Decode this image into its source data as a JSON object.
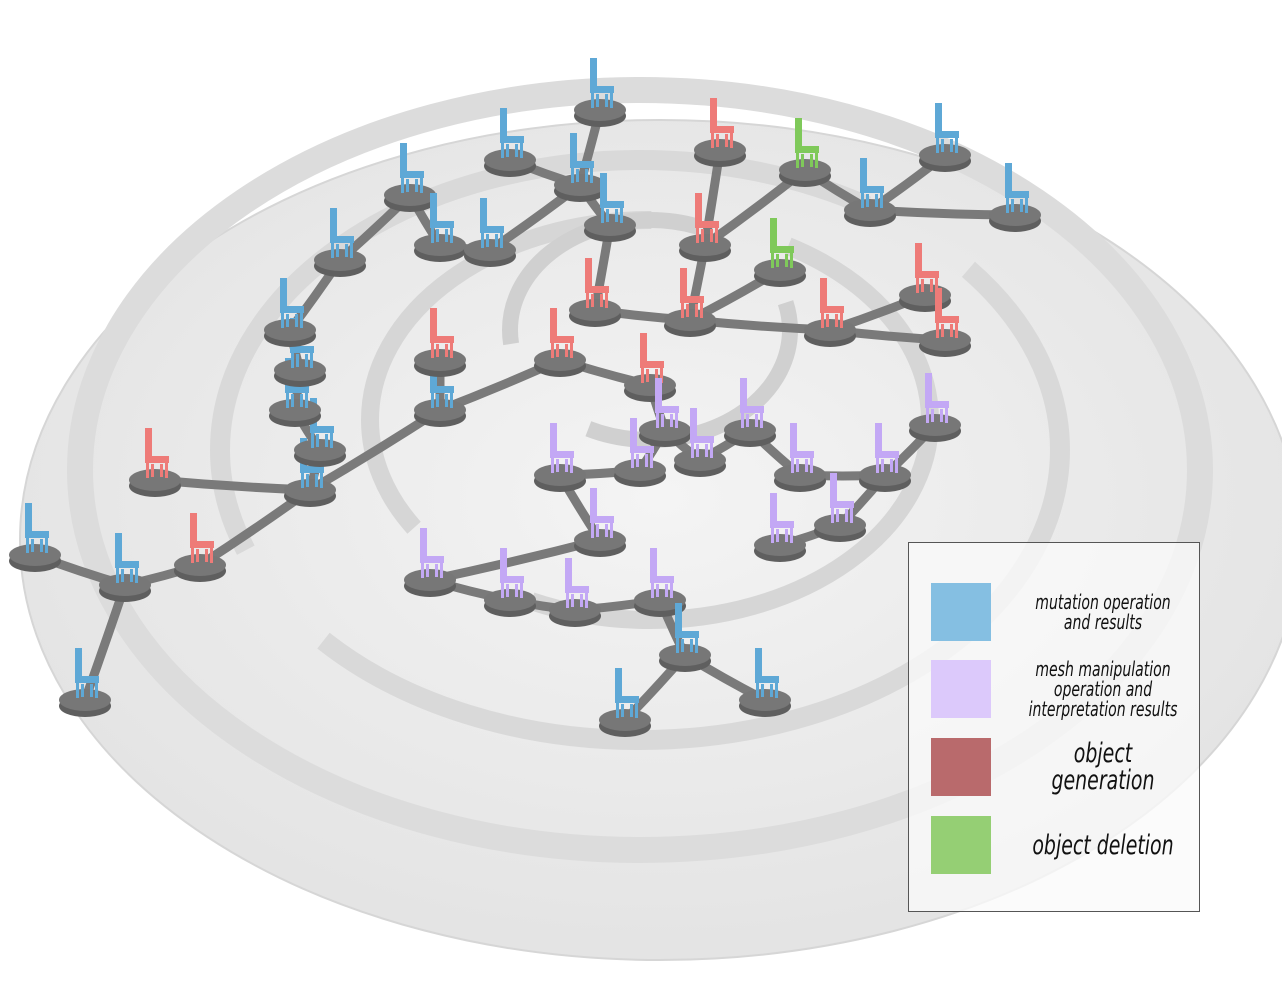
{
  "legend": {
    "items": [
      {
        "label": "mutation operation\nand results",
        "color": "#85bfe2",
        "category": "mutation"
      },
      {
        "label": "mesh manipulation\noperation and\ninterpretation results",
        "color": "#dcc9fb",
        "category": "manipulation"
      },
      {
        "label": "object generation",
        "color": "#b96a6c",
        "category": "generation"
      },
      {
        "label": "object deletion",
        "color": "#95cf74",
        "category": "deletion"
      }
    ]
  },
  "scene": {
    "description": "Circular maze platform with a branching tree of chair models on pedestals",
    "chair_colors": {
      "mutation": "#5ea8d6",
      "manipulation": "#c3a8f5",
      "generation": "#ee7b78",
      "deletion": "#7fc95a"
    },
    "node_color": "#777777",
    "platform_color": "#ececec"
  }
}
